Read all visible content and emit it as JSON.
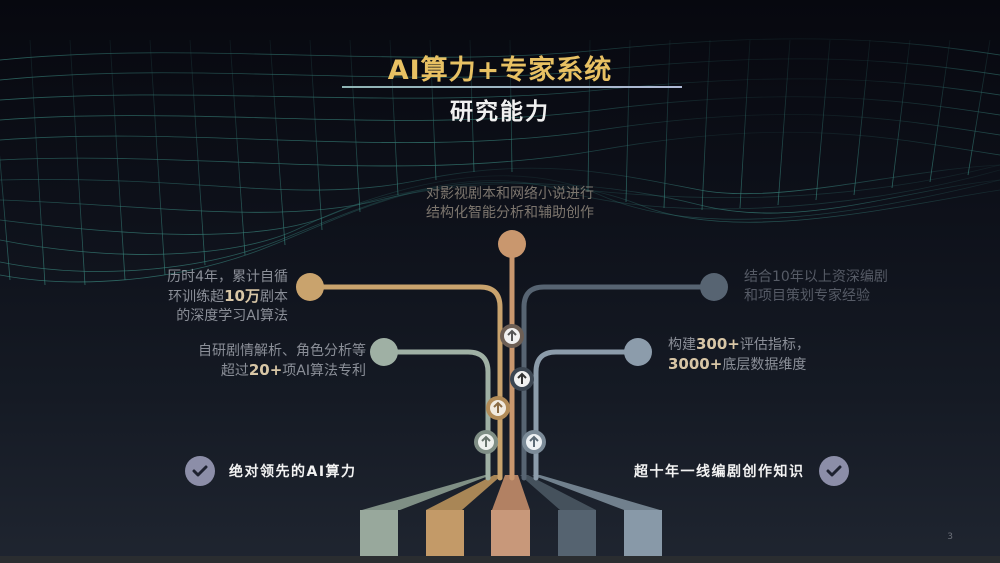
{
  "header": {
    "title": "AI算力+专家系统",
    "subtitle": "研究能力"
  },
  "nodes": {
    "top": {
      "lines": [
        "对影视剧本和网络小说进行",
        "结构化智能分析和辅助创作"
      ],
      "color": "#c9976e"
    },
    "left_upper": {
      "line1": "历时4年，累计自循",
      "line2_pre": "环训练超",
      "line2_bold": "10万",
      "line2_post": "剧本",
      "line3": "的深度学习AI算法",
      "color": "#c9a36d"
    },
    "left_lower": {
      "line1": "自研剧情解析、角色分析等",
      "line2_pre": "超过",
      "line2_bold": "20+",
      "line2_post": "项AI算法专利",
      "color": "#9fb0a4"
    },
    "right_upper": {
      "line1": "结合10年以上资深编剧",
      "line2": "和项目策划专家经验",
      "color": "#576472"
    },
    "right_lower": {
      "line1_pre": "构建",
      "line1_bold": "300+",
      "line1_post": "评估指标，",
      "line2_bold": "3000+",
      "line2_post": "底层数据维度",
      "color": "#8c9cab"
    }
  },
  "checks": {
    "left": {
      "label": "绝对领先的AI算力",
      "icon": "check-circle-icon"
    },
    "right": {
      "label": "超十年一线编剧创作知识",
      "icon": "check-circle-icon"
    }
  },
  "arrows": {
    "icon": "arrow-up-icon",
    "count": 5
  },
  "bars": {
    "colors": [
      "#98a89c",
      "#c39a68",
      "#c8987a",
      "#556370",
      "#8899a8"
    ]
  },
  "colors": {
    "title_gold": "#e8c163",
    "mesh": "#2e6e6a"
  },
  "footer": {
    "page_number": "3"
  }
}
